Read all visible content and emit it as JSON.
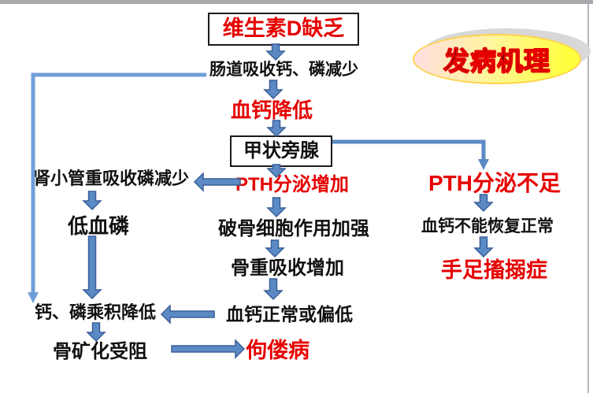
{
  "title_badge": {
    "text": "发病机理"
  },
  "nodes": {
    "vitamin_d_deficiency": "维生素D缺乏",
    "intestinal_absorption": "肠道吸收钙、磷减少",
    "low_blood_calcium": "血钙降低",
    "parathyroid": "甲状旁腺",
    "pth_increase": "PTH分泌增加",
    "renal_phos_reabsorption": "肾小管重吸收磷减少",
    "low_blood_phosphorus": "低血磷",
    "ca_phos_product_low": "钙、磷乘积降低",
    "osteoclast_enhanced": "破骨细胞作用加强",
    "bone_resorption_increase": "骨重吸收增加",
    "blood_ca_normal_or_low": "血钙正常或偏低",
    "bone_mineralization_blocked": "骨矿化受阻",
    "rickets": "佝偻病",
    "pth_insufficient": "PTH分泌不足",
    "blood_ca_not_recover": "血钙不能恢复正常",
    "tetany": "手足搐搦症"
  },
  "colors": {
    "red_text": "#e60000",
    "black_text": "#111111",
    "box_border": "#1a1a1a",
    "arrow_fill": "#5b8ac4",
    "arrow_stroke": "#3a5f99",
    "thin_arrow": "#6f9fd8",
    "elbow_line": "#5b8ac4",
    "top_bar": "#a7a9ac",
    "right_border": "#b4b6b9",
    "badge_shadow": "#d8d8d8",
    "badge_border": "#ffd24d",
    "badge_gradient_start": "#ffdde4",
    "badge_gradient_mid": "#fff59e",
    "badge_gradient_end": "#ffff3f"
  }
}
